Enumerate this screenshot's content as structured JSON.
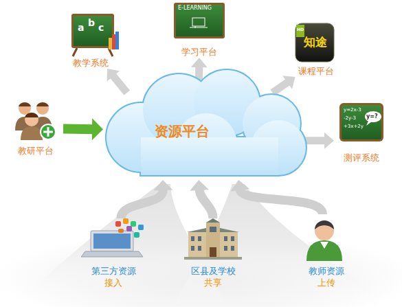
{
  "diagram": {
    "nodes": [
      {
        "text": [
          "学习平台"
        ]
      },
      {
        "text": [
          "教学系统"
        ]
      },
      {
        "text": [
          "课程平台"
        ]
      },
      {
        "text": [
          "教研平台"
        ]
      },
      {
        "text": [
          "资源平台"
        ]
      },
      {
        "text": [
          "测评系统"
        ]
      },
      {
        "text": [
          "第三方资源",
          "接入"
        ]
      },
      {
        "text": [
          "区县及学校",
          "共享"
        ]
      },
      {
        "text": [
          "教师资源",
          "上传"
        ]
      }
    ],
    "edges": [
      {
        "from": 3,
        "to": 4,
        "arrow": "to"
      },
      {
        "from": 4,
        "to": 1,
        "arrow": "to"
      },
      {
        "from": 4,
        "to": 0,
        "arrow": "to"
      },
      {
        "from": 4,
        "to": 2,
        "arrow": "to"
      },
      {
        "from": 4,
        "to": 5,
        "arrow": "to"
      },
      {
        "from": 6,
        "to": 4,
        "arrow": "to"
      },
      {
        "from": 7,
        "to": 4,
        "arrow": "to"
      },
      {
        "from": 8,
        "to": 4,
        "arrow": "to"
      }
    ],
    "labels": [
      "E-LEARNING",
      "a",
      "b",
      "c",
      "HD",
      "知途",
      "y=2x-3",
      "-2y-3",
      "+3x+2y",
      "y=?"
    ]
  }
}
